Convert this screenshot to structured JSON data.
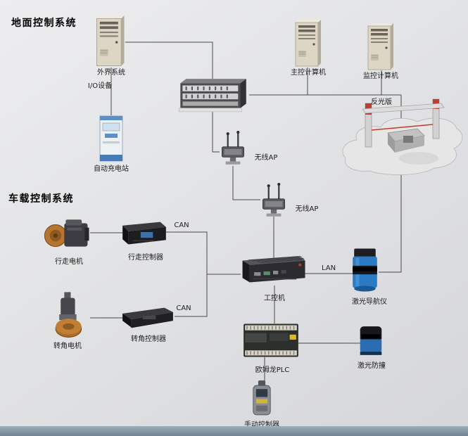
{
  "sections": {
    "ground": {
      "title": "地面控制系统"
    },
    "vehicle": {
      "title": "车载控制系统"
    }
  },
  "labels": {
    "external_system": "外界系统",
    "io_device": "I/O设备",
    "main_computer": "主控计算机",
    "monitor_computer": "监控计算机",
    "reflector": "反光版",
    "charging_station": "自动充电站",
    "wireless_ap_1": "无线AP",
    "wireless_ap_2": "无线AP",
    "travel_motor": "行走电机",
    "travel_controller": "行走控制器",
    "steering_motor": "转角电机",
    "steering_controller": "转角控制器",
    "industrial_pc": "工控机",
    "laser_navigator": "激光导航仪",
    "omron_plc": "欧姆龙PLC",
    "laser_collision": "激光防撞",
    "manual_controller": "手动控制器",
    "bus_can_1": "CAN",
    "bus_can_2": "CAN",
    "bus_lan": "LAN"
  },
  "colors": {
    "background": "#e3e4e6",
    "footer_bar": "#8495a4",
    "wire": "#4a4a4a",
    "accent_red": "#c23b2e",
    "device_blue": "#2a7bc4",
    "wheel_orange": "#b5742f"
  }
}
